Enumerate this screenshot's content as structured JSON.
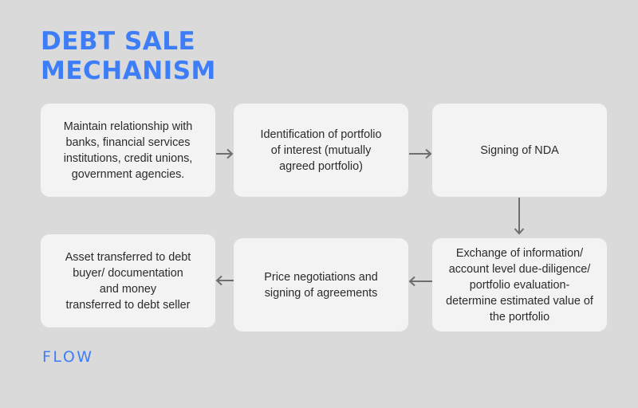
{
  "title": {
    "line1": "DEBT SALE",
    "line2": "MECHANISM"
  },
  "steps": [
    {
      "id": 1,
      "text": "Maintain relationship with\nbanks, financial services\ninstitutions, credit unions,\ngovernment agencies."
    },
    {
      "id": 2,
      "text": "Identification of portfolio\nof interest (mutually\nagreed portfolio)"
    },
    {
      "id": 3,
      "text": "Signing of NDA"
    },
    {
      "id": 4,
      "text": "Exchange of information/\naccount level due-diligence/\nportfolio evaluation-\ndetermine estimated value of\nthe portfolio"
    },
    {
      "id": 5,
      "text": "Price negotiations and\nsigning of agreements"
    },
    {
      "id": 6,
      "text": "Asset transferred to debt\nbuyer/ documentation\nand money\ntransferred to debt seller"
    }
  ],
  "arrows": [
    {
      "from": 1,
      "to": 2,
      "direction": "right"
    },
    {
      "from": 2,
      "to": 3,
      "direction": "right"
    },
    {
      "from": 3,
      "to": 4,
      "direction": "down"
    },
    {
      "from": 4,
      "to": 5,
      "direction": "left"
    },
    {
      "from": 5,
      "to": 6,
      "direction": "left"
    }
  ],
  "logo": {
    "text": "FLOW"
  },
  "colors": {
    "background": "#dadada",
    "accent": "#3d7ef8",
    "box": "#f3f3f3",
    "text": "#2b2b2b",
    "arrow": "#6e6e6e"
  }
}
